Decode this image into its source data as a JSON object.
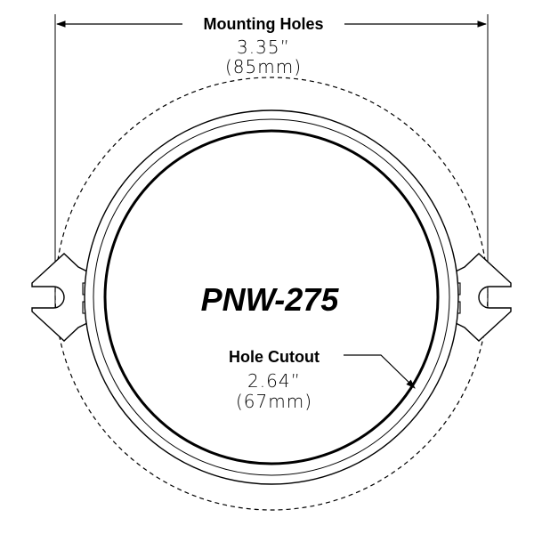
{
  "mounting_holes": {
    "title": "Mounting Holes",
    "inches": "3.35”",
    "mm": "(85mm)"
  },
  "model": "PNW-275",
  "hole_cutout": {
    "title": "Hole Cutout",
    "inches": "2.64”",
    "mm": "(67mm)"
  }
}
